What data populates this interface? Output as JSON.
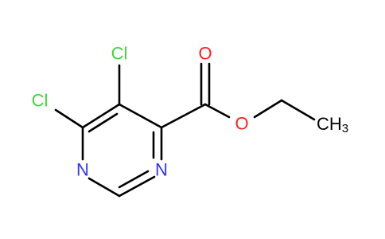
{
  "molecule": {
    "atoms": {
      "cl_top": "Cl",
      "cl_left": "Cl",
      "n_left": "N",
      "n_right": "N",
      "o_double": "O",
      "o_single": "O",
      "ch3_main": "CH",
      "ch3_sub": "3"
    }
  },
  "colors": {
    "chlorine": "#3ad93a",
    "nitrogen": "#3333ff",
    "oxygen": "#ff1f1f",
    "bond": "#000000"
  }
}
